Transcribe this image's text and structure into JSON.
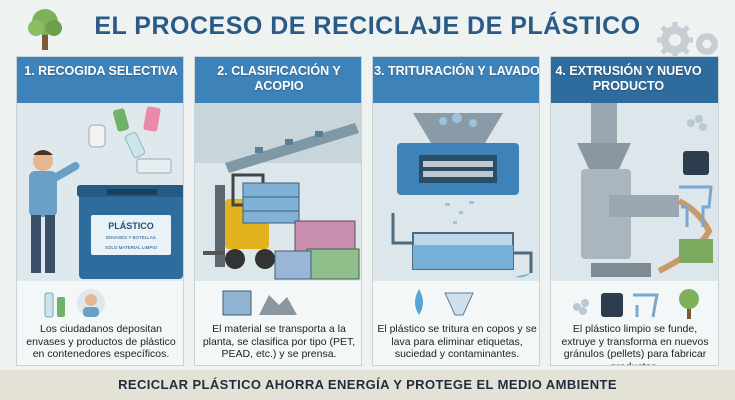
{
  "title": "EL PROCESO DE RECICLAJE DE PLÁSTICO",
  "colors": {
    "title": "#2a5a86",
    "banner": "#3d82b8",
    "banner_dark": "#2f6c9e"
  },
  "steps": [
    {
      "label": "1. RECOGIDA SELECTIVA",
      "bin_label": "PLÁSTICO",
      "bin_sub": "ENVASES Y BOTELLAS",
      "bin_sub2": "SOLO MATERIAL LIMPIO",
      "description": "Los ciudadanos depositan envases y productos de plástico en contenedores específicos."
    },
    {
      "label": "2. CLASIFICACIÓN Y ACOPIO",
      "description": "El material se transporta a la planta, se clasifica por tipo (PET, PEAD, etc.) y se prensa."
    },
    {
      "label": "3. TRITURACIÓN Y LAVADO",
      "description": "El plástico se tritura en copos y se lava para eliminar etiquetas, suciedad y contaminantes."
    },
    {
      "label": "4. EXTRUSIÓN Y NUEVO PRODUCTO",
      "description": "El plástico limpio se funde, extruye y transforma en nuevos gránulos (pellets) para fabricar productos."
    }
  ],
  "footer": "RECICLAR PLÁSTICO AHORRA ENERGÍA Y PROTEGE EL MEDIO AMBIENTE"
}
